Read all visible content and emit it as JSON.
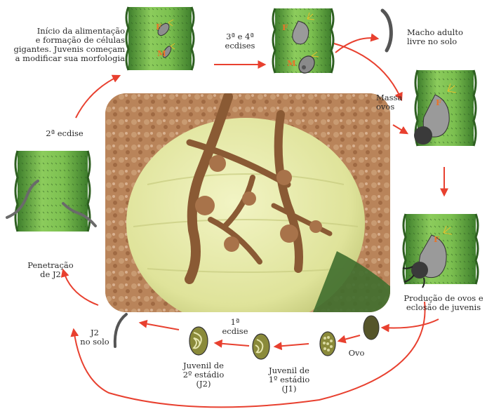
{
  "labels": {
    "feeding_start": [
      "Início da alimentação",
      "e formação de células",
      "gigantes. Juvenis começam",
      "a modificar sua morfologia"
    ],
    "molts_3_4": [
      "3ª e 4ª",
      "ecdises"
    ],
    "adult_male": [
      "Macho adulto",
      "livre no solo"
    ],
    "egg_mass": [
      "Massa",
      "ovos"
    ],
    "molt_2": "2ª ecdise",
    "penetration": [
      "Penetração",
      "de J2"
    ],
    "egg_production": [
      "Produção de ovos e",
      "eclosão de juvenis"
    ],
    "j2_soil": [
      "J2",
      "no solo"
    ],
    "molt_1": [
      "1ª",
      "ecdise"
    ],
    "j2_stage": [
      "Juvenil de",
      "2º estádio",
      "(J2)"
    ],
    "j1_stage": [
      "Juvenil de",
      "1º estádio",
      "(J1)"
    ],
    "egg": "Ovo"
  },
  "markers": {
    "female": "F",
    "male": "M"
  },
  "colors": {
    "arrow": "#e8402f",
    "root_green": "#6fb54a",
    "root_dark": "#3e7e2c",
    "female_gray": "#9a9a9a",
    "egg_olive": "#8a8a3a",
    "marker_orange": "#e8742a"
  },
  "photo": {
    "subject": "melon fruit with galled roots on soil",
    "fruit_color": "#e6e8a8",
    "soil_color": "#b9845a"
  }
}
